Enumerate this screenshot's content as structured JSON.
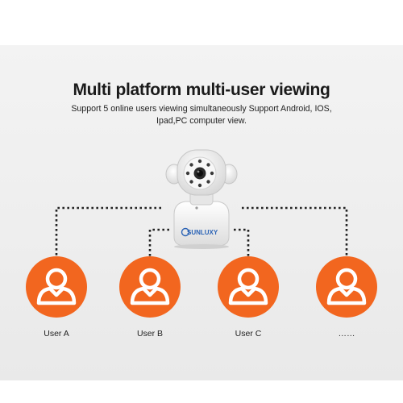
{
  "headline": "Multi platform multi-user viewing",
  "subline": {
    "line1": "Support 5 online users viewing simultaneously Support Android, IOS,",
    "line2": "Ipad,PC computer view."
  },
  "camera": {
    "brand": "SUNLUXY",
    "icon": "ip-camera-icon"
  },
  "users": [
    {
      "label": "User A",
      "icon": "user-avatar-icon"
    },
    {
      "label": "User B",
      "icon": "user-avatar-icon"
    },
    {
      "label": "User C",
      "icon": "user-avatar-icon"
    },
    {
      "label": "……",
      "icon": "user-avatar-icon"
    }
  ],
  "colors": {
    "accent": "#f2661f",
    "text": "#1a1a1a",
    "connector": "#222222"
  }
}
